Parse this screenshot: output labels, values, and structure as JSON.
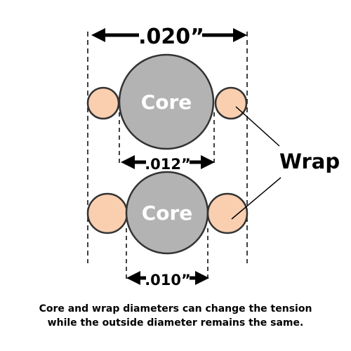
{
  "outside_dimension": ".020”",
  "top_pair": {
    "core_label": "Core",
    "core_dimension": ".012”"
  },
  "bottom_pair": {
    "core_label": "Core",
    "core_dimension": ".010”"
  },
  "wrap_label": "Wrap",
  "caption": {
    "line1": "Core and wrap diameters can change the tension",
    "line2": "while the outside diameter remains the same."
  },
  "colors": {
    "core_fill": "#b3b3b3",
    "wrap_fill": "#f9cfb0",
    "outline": "#333333",
    "ink": "#000000"
  }
}
